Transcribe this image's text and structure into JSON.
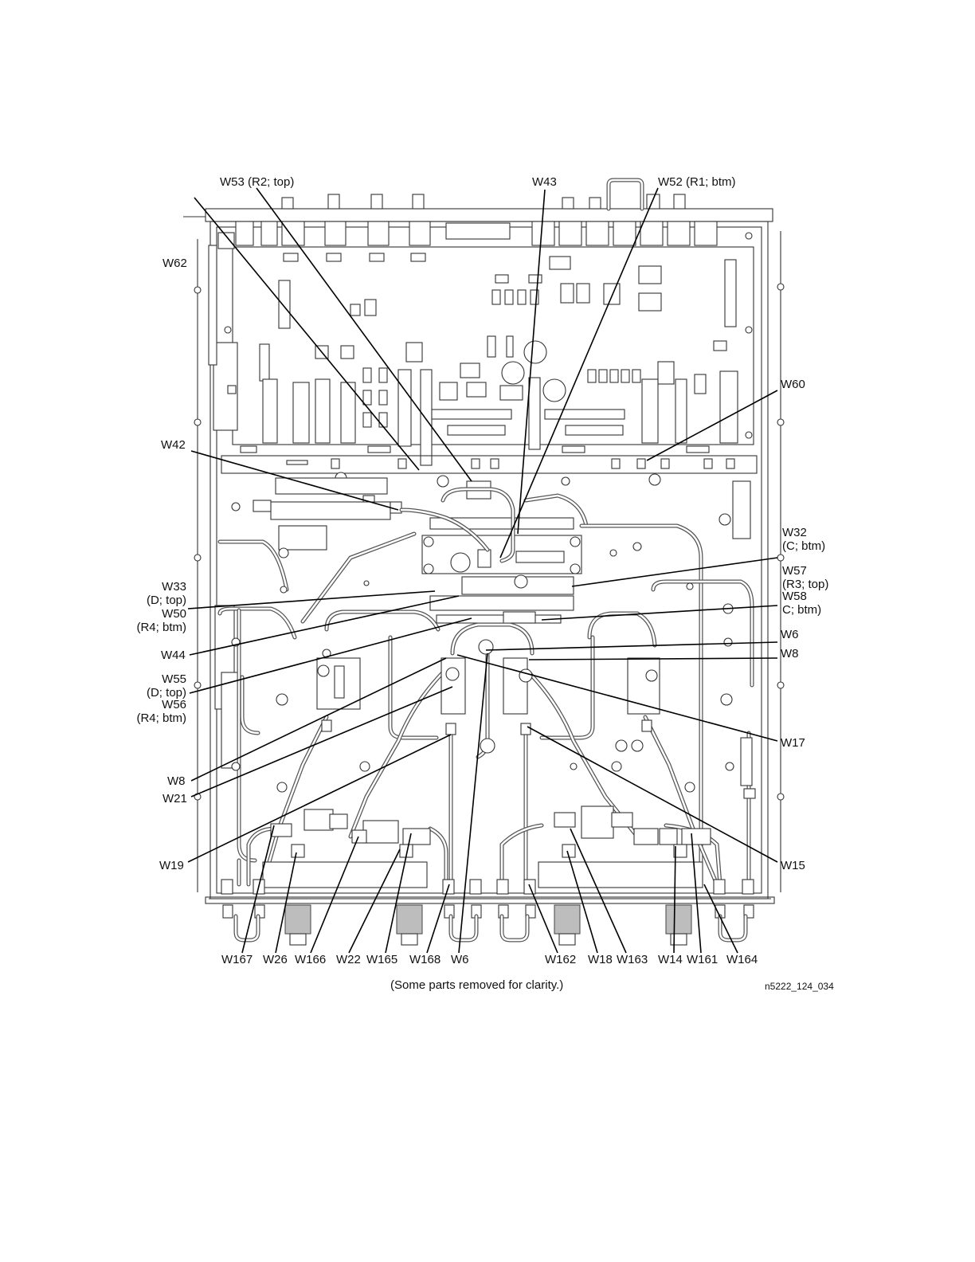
{
  "labels": {
    "w53": "W53 (R2; top)",
    "w43": "W43",
    "w52": "W52 (R1; btm)",
    "w62": "W62",
    "w60": "W60",
    "w42": "W42",
    "w32_a": "W32",
    "w32_b": "(C; btm)",
    "w57_a": "W57",
    "w57_b": "(R3; top)",
    "w58_a": "W58",
    "w58_b": "C; btm)",
    "w33_a": "W33",
    "w33_b": "(D; top)",
    "w50_a": "W50",
    "w50_b": "(R4; btm)",
    "w44": "W44",
    "w55_a": "W55",
    "w55_b": "(D; top)",
    "w56_a": "W56",
    "w56_b": "(R4; btm)",
    "w6_right": "W6",
    "w8_right": "W8",
    "w17": "W17",
    "w8_left": "W8",
    "w21": "W21",
    "w19": "W19",
    "w15": "W15"
  },
  "bottom_labels": [
    "W167",
    "W26",
    "W166",
    "W22",
    "W165",
    "W168",
    "W6",
    "W162",
    "W18",
    "W163",
    "W14",
    "W161",
    "W164"
  ],
  "caption": "(Some parts removed for clarity.)",
  "figure_id": "n5222_124_034"
}
